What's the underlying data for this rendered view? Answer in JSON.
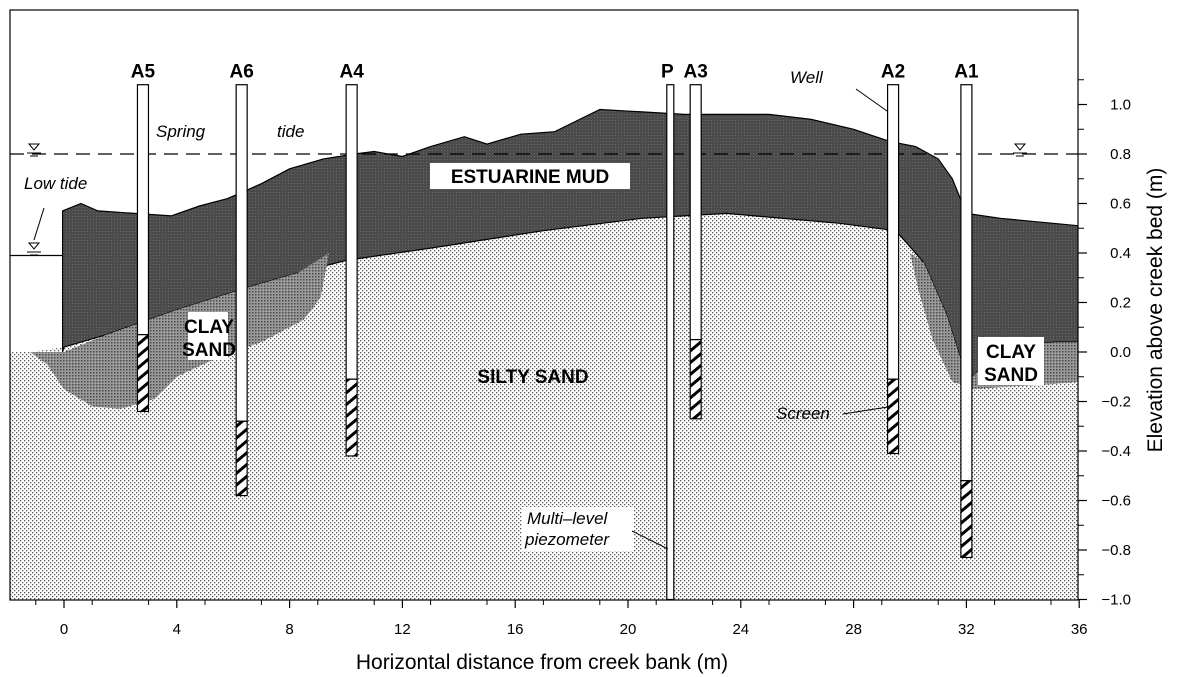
{
  "labels": {
    "estuarine_mud": "ESTUARINE MUD",
    "silty_sand": "SILTY SAND",
    "clay_line1": "CLAY",
    "clay_line2": "SAND",
    "spring": "Spring",
    "tide": "tide",
    "low_tide": "Low tide",
    "well": "Well",
    "screen": "Screen",
    "piezometer_line1": "Multi–level",
    "piezometer_line2": "piezometer"
  },
  "axes": {
    "xlabel": "Horizontal distance from creek bank (m)",
    "ylabel": "Elevation above creek bed (m)",
    "xlim": [
      -1.2,
      36
    ],
    "ylim": [
      -1.0,
      1.25
    ],
    "xticks": [
      0,
      4,
      8,
      12,
      16,
      20,
      24,
      28,
      32,
      36
    ],
    "xtick_labels": [
      "0",
      "4",
      "8",
      "12",
      "16",
      "20",
      "24",
      "28",
      "32",
      "36"
    ],
    "yticks": [
      1.0,
      0.8,
      0.6,
      0.4,
      0.2,
      0.0,
      -0.2,
      -0.4,
      -0.6,
      -0.8,
      -1.0
    ],
    "ytick_labels": [
      "1.0",
      "0.8",
      "0.6",
      "0.4",
      "0.2",
      "0.0",
      "−0.2",
      "−0.4",
      "−0.6",
      "−0.8",
      "−1.0"
    ]
  },
  "water_levels": {
    "spring_tide": 0.8,
    "low_tide": 0.39
  },
  "wells": [
    {
      "label": "A5",
      "x": 2.8,
      "top": 1.08,
      "screen_top": 0.07,
      "screen_bottom": -0.24
    },
    {
      "label": "A6",
      "x": 6.3,
      "top": 1.08,
      "screen_top": -0.28,
      "screen_bottom": -0.58
    },
    {
      "label": "A4",
      "x": 10.2,
      "top": 1.08,
      "screen_top": -0.11,
      "screen_bottom": -0.42
    },
    {
      "label": "A3",
      "x": 22.4,
      "top": 1.08,
      "screen_top": 0.05,
      "screen_bottom": -0.27
    },
    {
      "label": "A2",
      "x": 29.4,
      "top": 1.08,
      "screen_top": -0.11,
      "screen_bottom": -0.41
    },
    {
      "label": "A1",
      "x": 32.0,
      "top": 1.08,
      "screen_top": -0.52,
      "screen_bottom": -0.83
    }
  ],
  "piezometer": {
    "label": "P",
    "x": 21.5,
    "top": 1.08,
    "bottom": -1.0
  },
  "profiles": {
    "ground_surface": [
      [
        -0.05,
        0.57
      ],
      [
        0.6,
        0.6
      ],
      [
        1.2,
        0.57
      ],
      [
        2.5,
        0.56
      ],
      [
        3.8,
        0.55
      ],
      [
        4.8,
        0.59
      ],
      [
        5.8,
        0.62
      ],
      [
        7.0,
        0.68
      ],
      [
        8.0,
        0.74
      ],
      [
        9.2,
        0.78
      ],
      [
        10.3,
        0.8
      ],
      [
        11.0,
        0.81
      ],
      [
        12.0,
        0.79
      ],
      [
        13.0,
        0.83
      ],
      [
        14.2,
        0.87
      ],
      [
        15.0,
        0.84
      ],
      [
        16.2,
        0.88
      ],
      [
        17.4,
        0.89
      ],
      [
        19.0,
        0.98
      ],
      [
        20.5,
        0.97
      ],
      [
        22.0,
        0.96
      ],
      [
        24.0,
        0.96
      ],
      [
        25.0,
        0.96
      ],
      [
        26.5,
        0.94
      ],
      [
        28.0,
        0.9
      ],
      [
        29.3,
        0.85
      ],
      [
        30.2,
        0.83
      ],
      [
        31.0,
        0.78
      ],
      [
        31.5,
        0.7
      ],
      [
        32.0,
        0.56
      ],
      [
        33.2,
        0.54
      ],
      [
        36.0,
        0.51
      ]
    ],
    "mud_base": [
      [
        0.0,
        0.02
      ],
      [
        1.5,
        0.07
      ],
      [
        4.0,
        0.17
      ],
      [
        6.5,
        0.26
      ],
      [
        8.3,
        0.32
      ],
      [
        10.0,
        0.37
      ],
      [
        13.0,
        0.42
      ],
      [
        17.0,
        0.49
      ],
      [
        20.5,
        0.54
      ],
      [
        23.5,
        0.56
      ],
      [
        27.5,
        0.52
      ],
      [
        29.5,
        0.49
      ],
      [
        30.5,
        0.36
      ],
      [
        31.3,
        0.15
      ],
      [
        31.8,
        -0.03
      ],
      [
        32.2,
        -0.1
      ],
      [
        32.5,
        -0.07
      ],
      [
        34.0,
        0.03
      ],
      [
        35.2,
        0.04
      ],
      [
        36.0,
        0.04
      ]
    ],
    "left_clay_lens": [
      [
        -1.2,
        0.0
      ],
      [
        0.0,
        0.0
      ],
      [
        1.5,
        0.07
      ],
      [
        4.0,
        0.17
      ],
      [
        6.5,
        0.26
      ],
      [
        8.3,
        0.32
      ],
      [
        9.4,
        0.4
      ],
      [
        9.1,
        0.22
      ],
      [
        8.5,
        0.13
      ],
      [
        7.0,
        0.04
      ],
      [
        5.5,
        -0.02
      ],
      [
        4.0,
        -0.1
      ],
      [
        3.2,
        -0.19
      ],
      [
        2.0,
        -0.23
      ],
      [
        1.0,
        -0.22
      ],
      [
        0.0,
        -0.15
      ],
      [
        -0.6,
        -0.05
      ],
      [
        -1.2,
        0.0
      ]
    ],
    "right_clay_lens": [
      [
        30.0,
        0.4
      ],
      [
        30.5,
        0.36
      ],
      [
        31.3,
        0.15
      ],
      [
        31.8,
        -0.03
      ],
      [
        32.2,
        -0.1
      ],
      [
        32.5,
        -0.07
      ],
      [
        34.0,
        0.03
      ],
      [
        35.2,
        0.04
      ],
      [
        36.0,
        0.04
      ],
      [
        36.0,
        -0.12
      ],
      [
        35.0,
        -0.13
      ],
      [
        33.5,
        -0.14
      ],
      [
        32.3,
        -0.15
      ],
      [
        31.5,
        -0.12
      ],
      [
        30.8,
        0.05
      ],
      [
        30.3,
        0.25
      ]
    ]
  }
}
